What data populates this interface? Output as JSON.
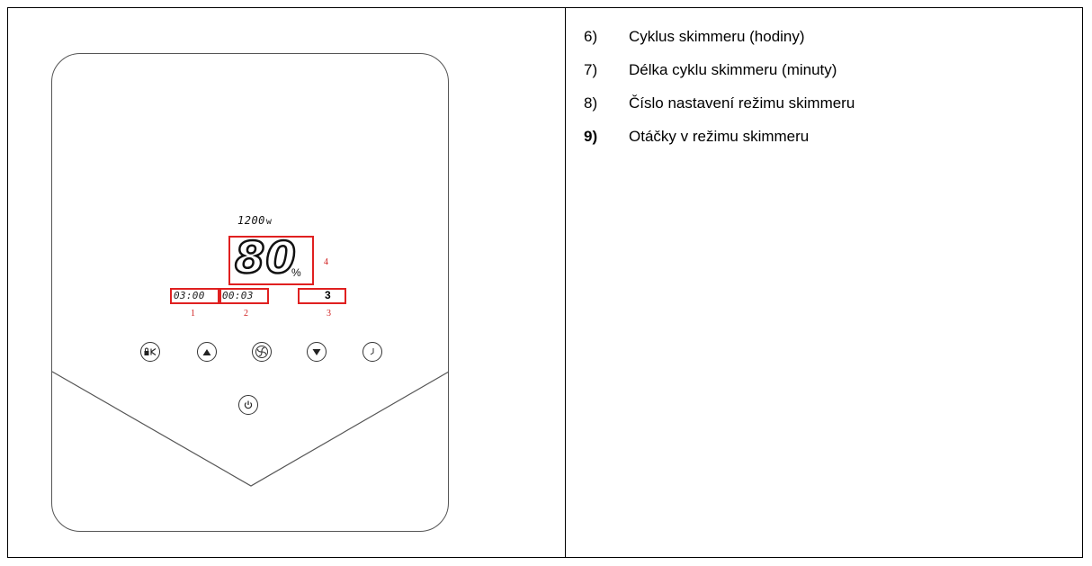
{
  "display": {
    "watt_value": "1200",
    "watt_unit": "w",
    "speed_percent": "80",
    "percent_sign": "%",
    "skimmer_cycle": "03:00",
    "skimmer_cycle_length": "00:03",
    "mode_number": "3"
  },
  "callouts": [
    "1",
    "2",
    "3",
    "4"
  ],
  "buttons": [
    "lock-icon",
    "up-arrow-icon",
    "fan-icon",
    "down-arrow-icon",
    "clock-icon",
    "power-icon"
  ],
  "legend": [
    {
      "num": "6)",
      "text": "Cyklus skimmeru (hodiny)"
    },
    {
      "num": "7)",
      "text": "Délka cyklu skimmeru (minuty)"
    },
    {
      "num": "8)",
      "text": "Číslo nastavení režimu skimmeru"
    },
    {
      "num": "9)",
      "text": "Otáčky v režimu skimmeru"
    }
  ],
  "colors": {
    "highlight": "#e02020",
    "outline": "#555555"
  }
}
